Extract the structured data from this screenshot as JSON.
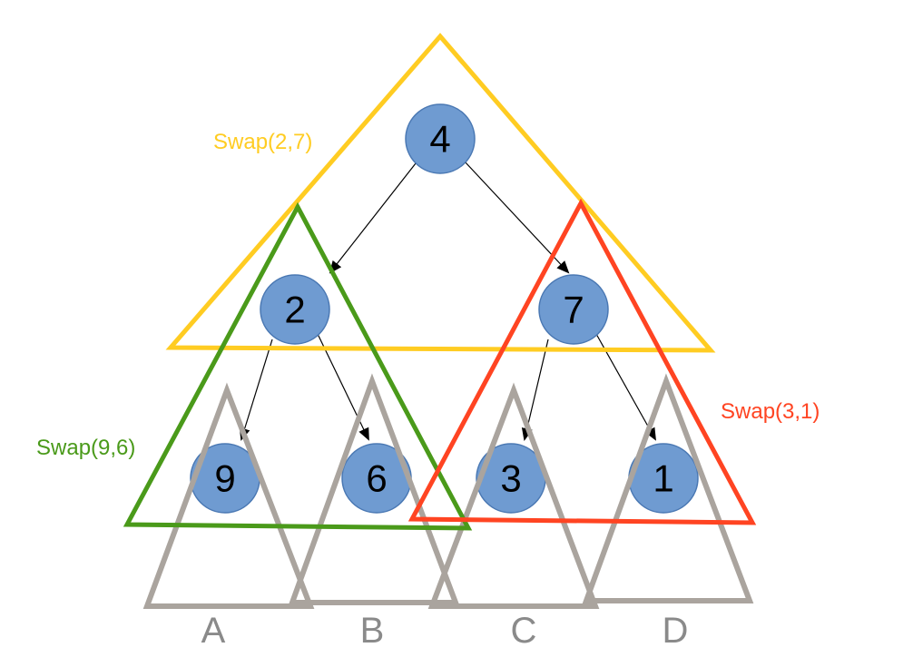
{
  "nodes": {
    "root": {
      "label": "4"
    },
    "left": {
      "label": "2"
    },
    "right": {
      "label": "7"
    },
    "left_left": {
      "label": "9"
    },
    "left_right": {
      "label": "6"
    },
    "right_left": {
      "label": "3"
    },
    "right_right": {
      "label": "1"
    }
  },
  "swaps": {
    "top": {
      "label": "Swap(2,7)",
      "color": "#ffcc22"
    },
    "left": {
      "label": "Swap(9,6)",
      "color": "#4a9a1a"
    },
    "right": {
      "label": "Swap(3,1)",
      "color": "#ff4422"
    }
  },
  "subtrees": {
    "a": {
      "label": "A"
    },
    "b": {
      "label": "B"
    },
    "c": {
      "label": "C"
    },
    "d": {
      "label": "D"
    }
  },
  "colors": {
    "node_fill": "#6f9bd1",
    "node_stroke": "#4a78b3",
    "edge": "#000000",
    "subtree_stroke": "#aaa49e"
  }
}
